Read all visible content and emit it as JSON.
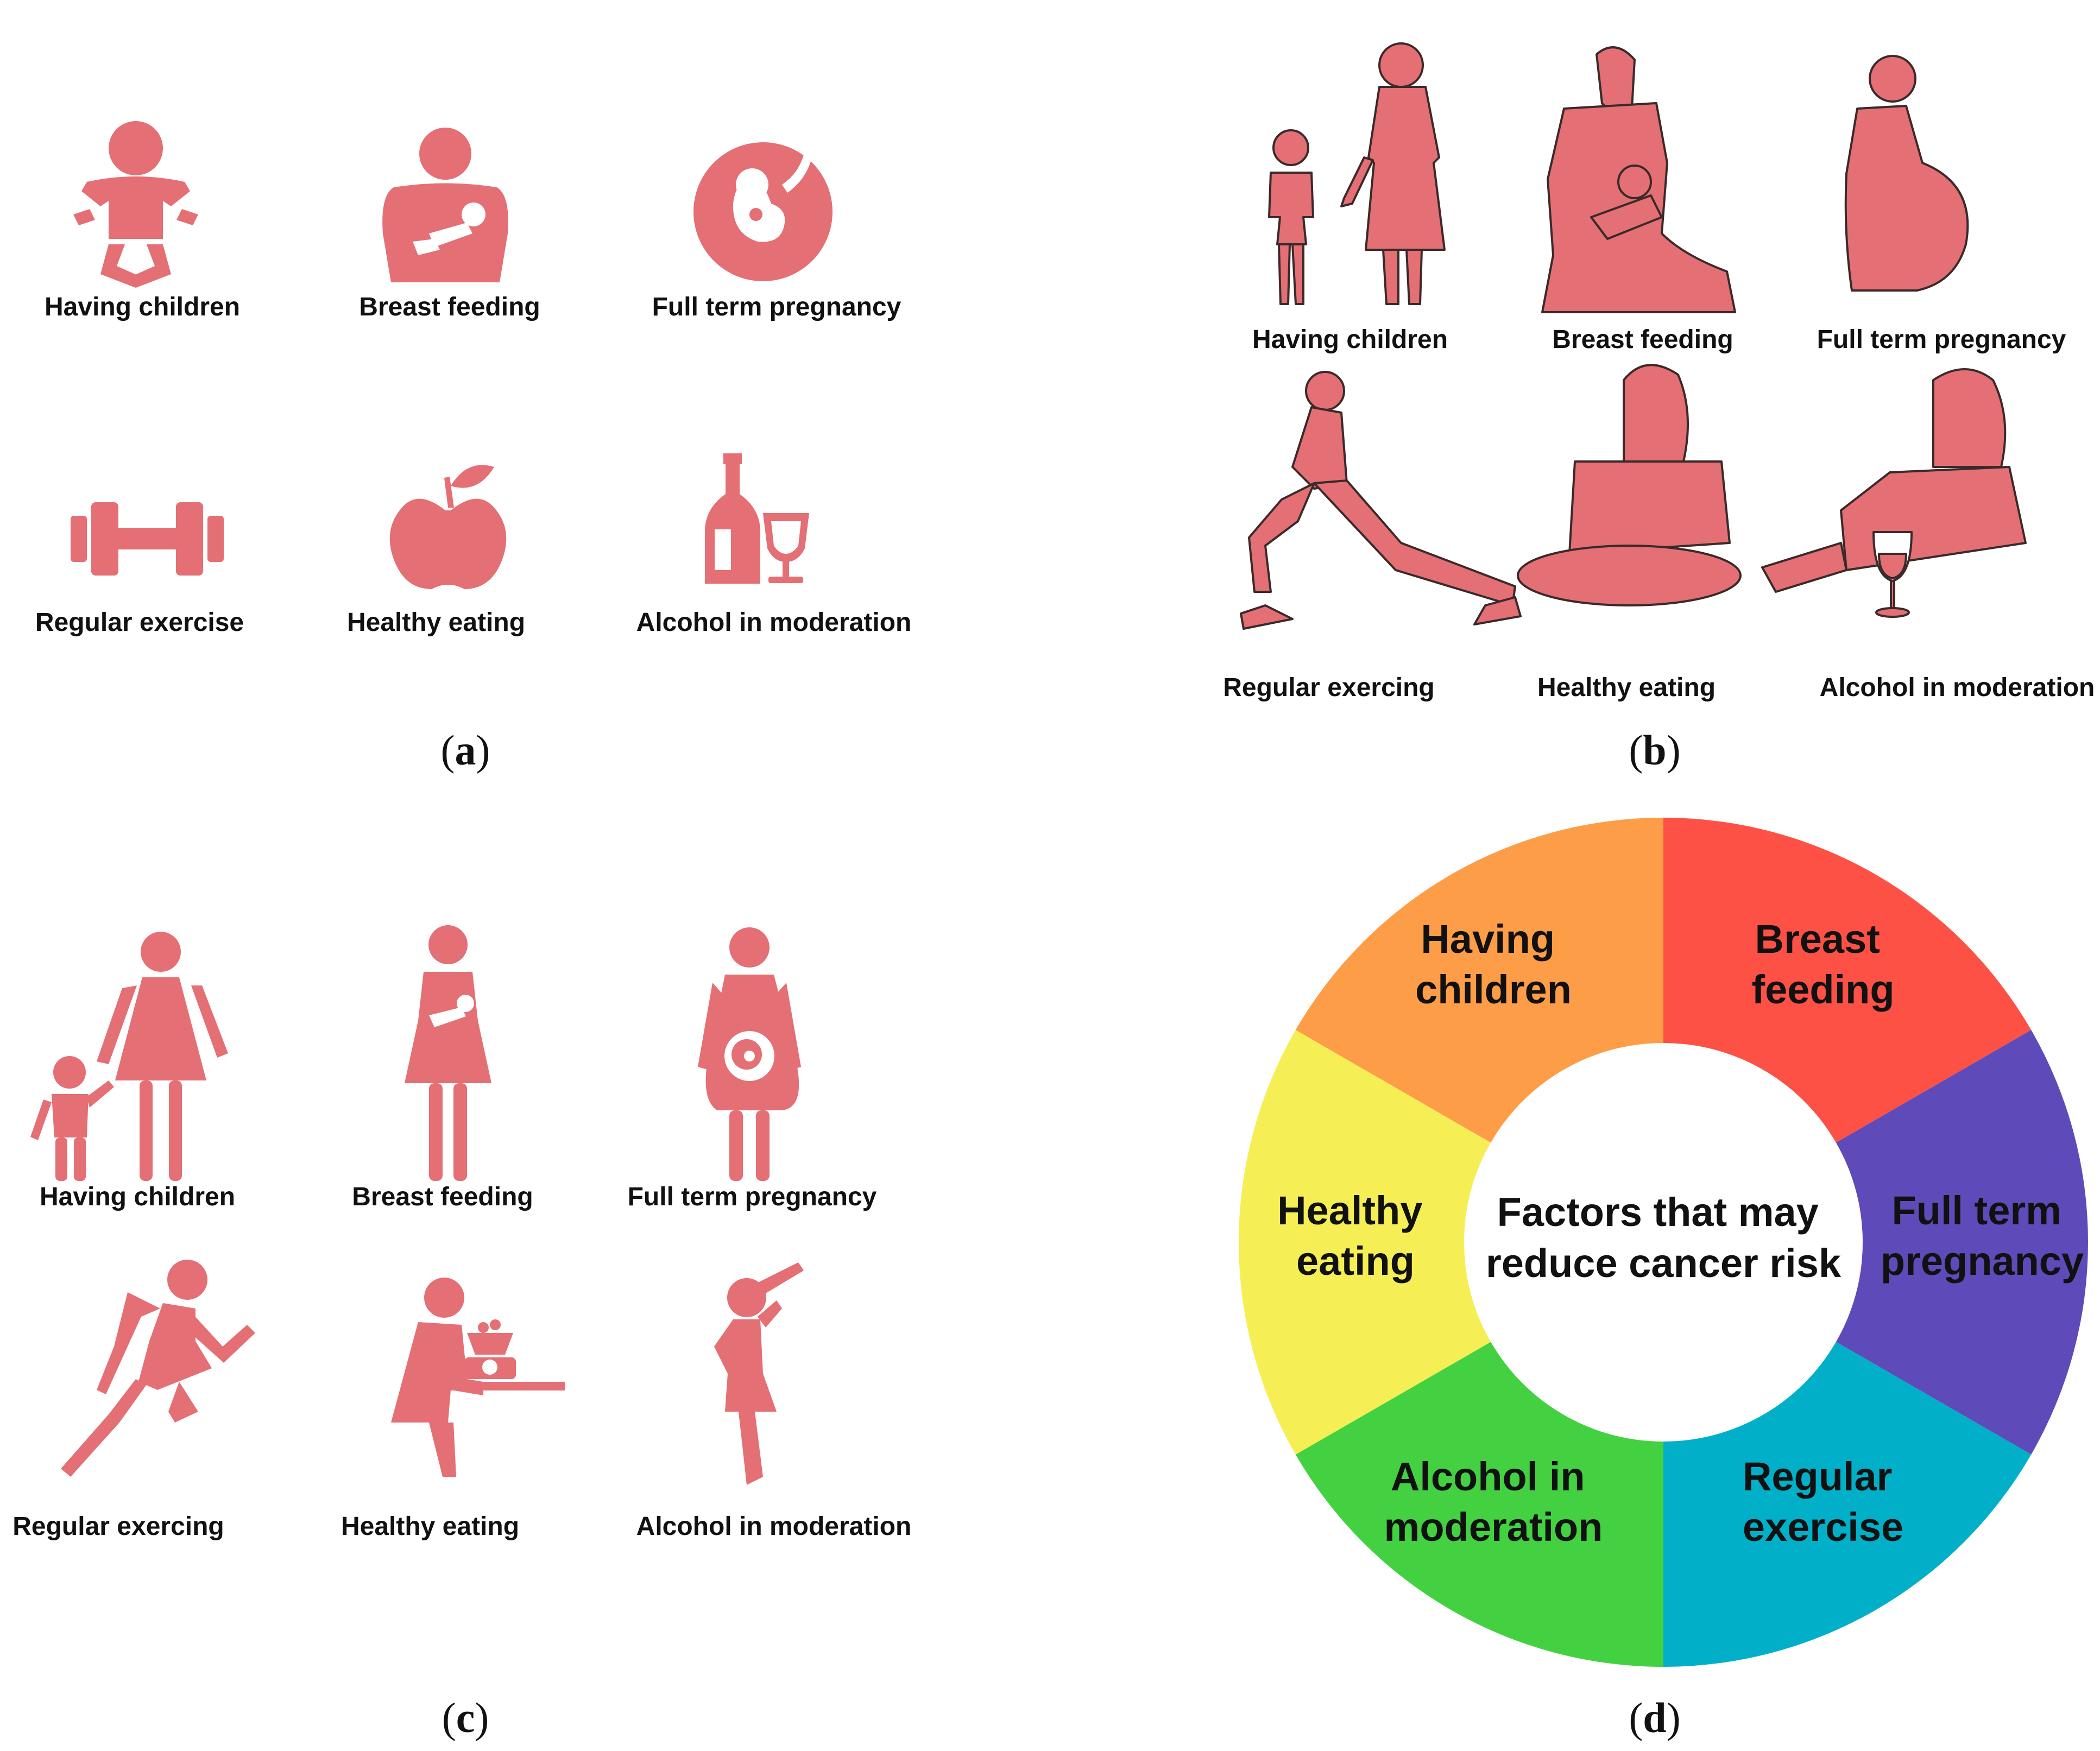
{
  "icon_color": "#E46F74",
  "illustration_stroke": "#3a2a2a",
  "panel_a": {
    "caption_open": "(",
    "caption_letter": "a",
    "caption_close": ")",
    "items": [
      {
        "label": "Having children",
        "icon": "baby-icon"
      },
      {
        "label": "Breast feeding",
        "icon": "breastfeeding-icon"
      },
      {
        "label": "Full term pregnancy",
        "icon": "fetus-icon"
      },
      {
        "label": "Regular exercise",
        "icon": "dumbbell-icon"
      },
      {
        "label": "Healthy eating",
        "icon": "apple-icon"
      },
      {
        "label": "Alcohol in moderation",
        "icon": "wine-bottle-glass-icon"
      }
    ]
  },
  "panel_b": {
    "caption_open": "(",
    "caption_letter": "b",
    "caption_close": ")",
    "items": [
      {
        "label": "Having children",
        "icon": "mother-child-illustration"
      },
      {
        "label": "Breast feeding",
        "icon": "nursing-mother-illustration"
      },
      {
        "label": "Full term pregnancy",
        "icon": "pregnant-woman-illustration"
      },
      {
        "label": "Regular exercing",
        "icon": "lunge-stretch-illustration"
      },
      {
        "label": "Healthy eating",
        "icon": "woman-eating-salad-illustration"
      },
      {
        "label": "Alcohol in moderation",
        "icon": "woman-pouring-wine-illustration"
      }
    ]
  },
  "panel_c": {
    "caption_open": "(",
    "caption_letter": "c",
    "caption_close": ")",
    "items": [
      {
        "label": "Having children",
        "icon": "woman-with-child-icon"
      },
      {
        "label": "Breast feeding",
        "icon": "woman-holding-baby-icon"
      },
      {
        "label": "Full term pregnancy",
        "icon": "pregnant-woman-icon"
      },
      {
        "label": "Regular exercing",
        "icon": "running-woman-icon"
      },
      {
        "label": "Healthy eating",
        "icon": "woman-at-table-scale-icon"
      },
      {
        "label": "Alcohol in moderation",
        "icon": "woman-drinking-icon"
      }
    ]
  },
  "panel_d": {
    "caption_open": "(",
    "caption_letter": "d",
    "caption_close": ")",
    "center_lines": [
      "Factors that may",
      "reduce cancer risk"
    ],
    "segments": [
      {
        "lines": [
          "Having",
          "children"
        ],
        "color": "#FE5145"
      },
      {
        "lines": [
          "Breast",
          "feeding"
        ],
        "color": "#5E4BB9"
      },
      {
        "lines": [
          "Full term",
          "pregnancy"
        ],
        "color": "#01B0C8"
      },
      {
        "lines": [
          "Regular",
          "exercise"
        ],
        "color": "#43D142"
      },
      {
        "lines": [
          "Alcohol in",
          "moderation"
        ],
        "color": "#F5EF55"
      },
      {
        "lines": [
          "Healthy",
          "eating"
        ],
        "color": "#FE9D47"
      }
    ]
  }
}
